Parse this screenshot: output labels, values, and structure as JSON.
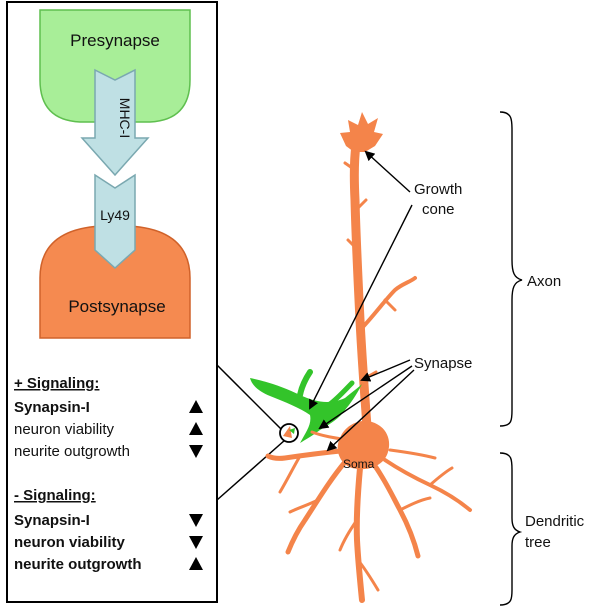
{
  "inset": {
    "presynapse": "Presynapse",
    "mhc_label": "MHC-I",
    "ly49_label": "Ly49",
    "postsynapse": "Postsynapse"
  },
  "signaling": {
    "positive": {
      "title": "+ Signaling:",
      "items": [
        {
          "label": "Synapsin-I",
          "bold": true,
          "direction": "up"
        },
        {
          "label": "neuron viability",
          "bold": false,
          "direction": "up"
        },
        {
          "label": "neurite outgrowth",
          "bold": false,
          "direction": "down"
        }
      ]
    },
    "negative": {
      "title": "- Signaling:",
      "items": [
        {
          "label": "Synapsin-I",
          "bold": true,
          "direction": "down"
        },
        {
          "label": "neuron viability",
          "bold": true,
          "direction": "down"
        },
        {
          "label": "neurite outgrowth",
          "bold": true,
          "direction": "up"
        }
      ]
    }
  },
  "neuron": {
    "growth_cone_line1": "Growth",
    "growth_cone_line2": "cone",
    "synapse": "Synapse",
    "soma": "Soma",
    "axon": "Axon",
    "dendritic_line1": "Dendritic",
    "dendritic_line2": "tree"
  },
  "colors": {
    "presynapse": "#a8ee98",
    "presynapse_stroke": "#5fbf4f",
    "postsynapse": "#f58a50",
    "postsynapse_stroke": "#d0622a",
    "arrow_fill": "#bfe0e4",
    "arrow_stroke": "#7aa8b0",
    "neuron_orange": "#f4844a",
    "neuron_green": "#33c42a"
  }
}
